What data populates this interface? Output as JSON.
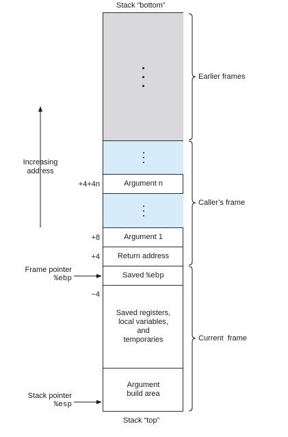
{
  "title_bottom": "Stack “bottom”",
  "title_top": "Stack “top”",
  "colors": {
    "earlier": "#d9d9db",
    "caller_dots": "#d6ecf8",
    "border": "#2b2b2b"
  },
  "cells": {
    "argument_n": "Argument n",
    "argument_1": "Argument 1",
    "return_address": "Return address",
    "saved_ebp_prefix": "Saved ",
    "saved_ebp_reg": "%ebp",
    "saved_regs": [
      "Saved registers,",
      "local variables,",
      "and",
      "temporaries"
    ],
    "arg_build": [
      "Argument",
      "build area"
    ]
  },
  "offsets": {
    "arg_n": "+4+4n",
    "arg_1": "+8",
    "ret": "+4",
    "saved": "−4"
  },
  "frames": {
    "earlier": "Earlier frames",
    "caller": "Caller’s frame",
    "current": "Current  frame"
  },
  "pointers": {
    "frame_label": "Frame pointer",
    "frame_reg": "%ebp",
    "stack_label": "Stack pointer",
    "stack_reg": "%esp"
  },
  "increasing_address": [
    "Increasing",
    "address"
  ]
}
